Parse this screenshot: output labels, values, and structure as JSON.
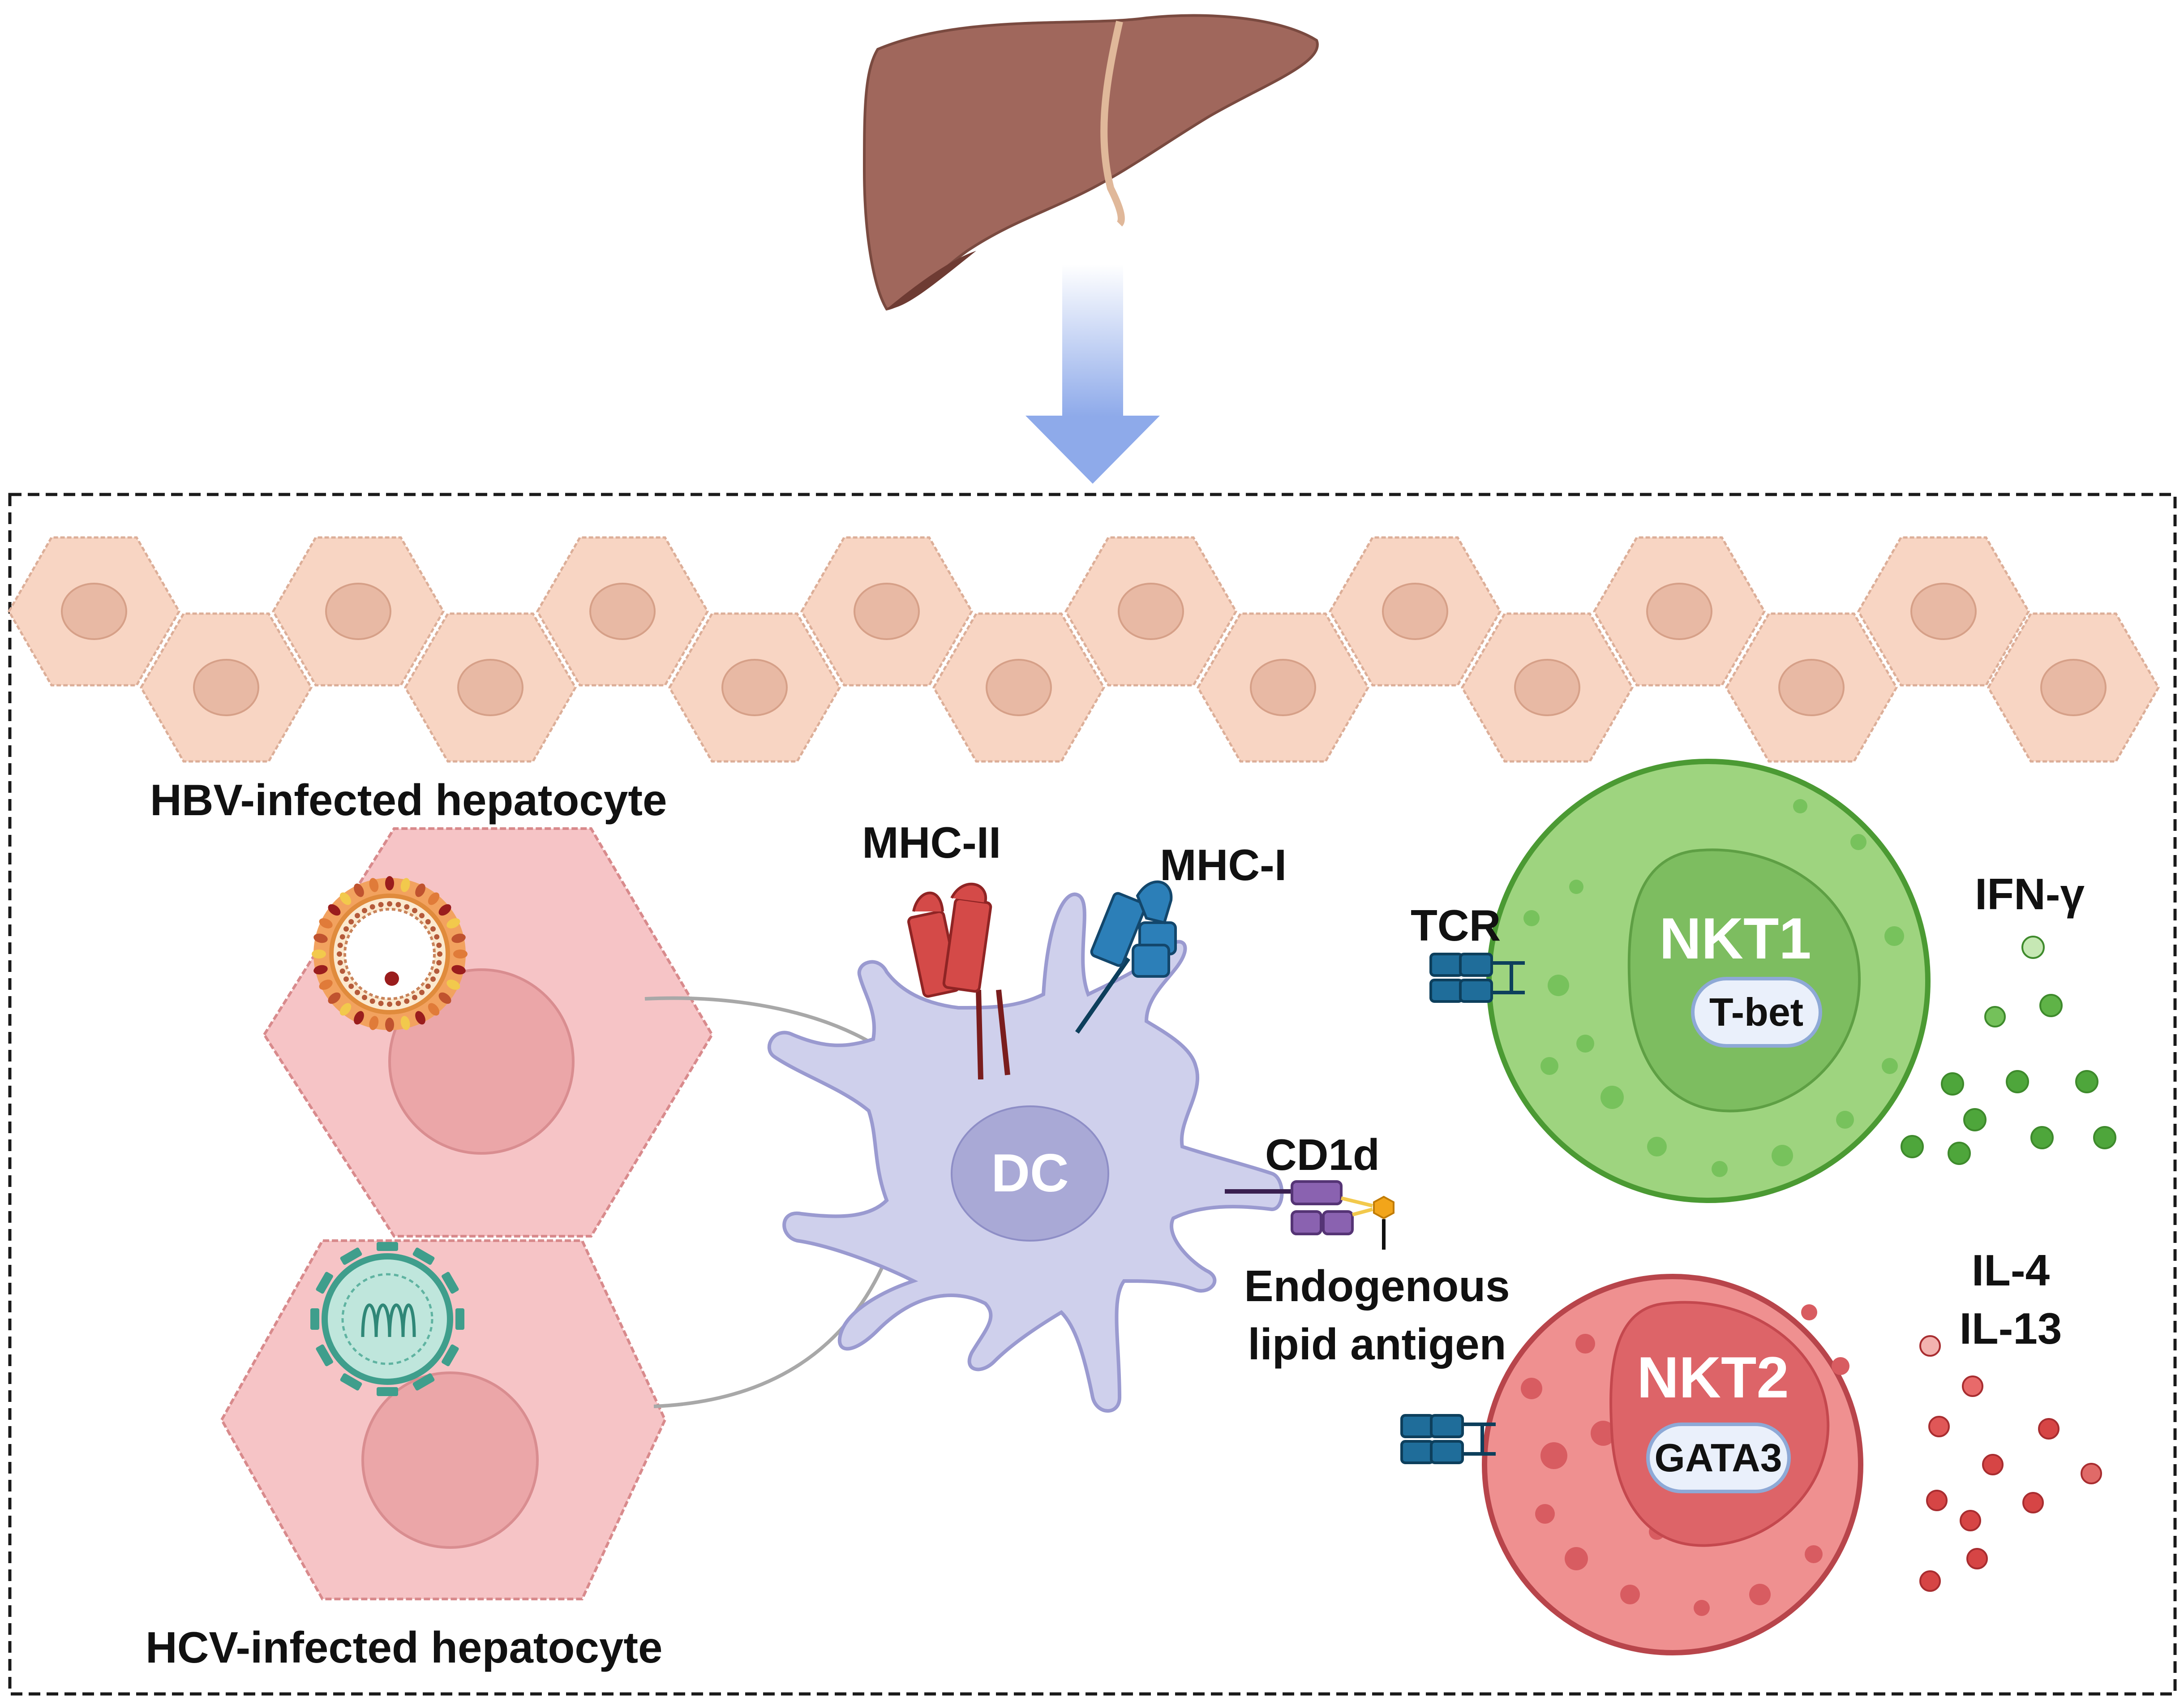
{
  "labels": {
    "hbv": "HBV-infected hepatocyte",
    "hcv": "HCV-infected hepatocyte",
    "mhc2": "MHC-II",
    "mhc1": "MHC-I",
    "dc": "DC",
    "cd1d": "CD1d",
    "lipid_line1": "Endogenous",
    "lipid_line2": "lipid antigen",
    "tcr": "TCR",
    "nkt1": "NKT1",
    "tbet": "T-bet",
    "nkt2": "NKT2",
    "gata3": "GATA3",
    "ifng": "IFN-γ",
    "il4": "IL-4",
    "il13": "IL-13"
  },
  "colors": {
    "liver": "#a0675c",
    "hepatocyte": "#f8d5c3",
    "infected_hepatocyte": "#f6c4c6",
    "dc": "#cfd0ec",
    "nkt1": "#9ed47f",
    "nkt2": "#ef9090",
    "mhc2": "#d44a48",
    "mhc1": "#2c7fb8",
    "cd1d": "#8a62b0",
    "tcr": "#1f6d9a",
    "arrow": "#8faee8"
  }
}
